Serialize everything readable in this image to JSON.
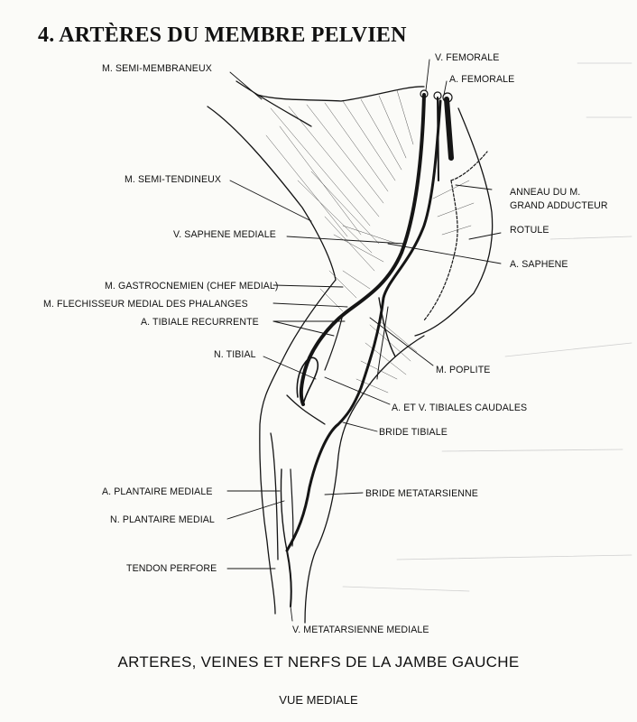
{
  "heading": "4. ARTÈRES DU MEMBRE PELVIEN",
  "labels": {
    "v_femorale": "V. FEMORALE",
    "a_femorale": "A. FEMORALE",
    "semi_membraneux": "M. SEMI-MEMBRANEUX",
    "semi_tendineux": "M. SEMI-TENDINEUX",
    "anneau_1": "ANNEAU DU M.",
    "anneau_2": "GRAND ADDUCTEUR",
    "rotule": "ROTULE",
    "v_saphene": "V. SAPHENE MEDIALE",
    "a_saphene": "A. SAPHENE",
    "gastrocnemien": "M. GASTROCNEMIEN (CHEF MEDIAL)",
    "flechisseur": "M. FLECHISSEUR MEDIAL DES PHALANGES",
    "tibiale_rec": "A. TIBIALE RECURRENTE",
    "n_tibial": "N. TIBIAL",
    "m_poplite": "M. POPLITE",
    "tibiales_caud": "A. ET V. TIBIALES CAUDALES",
    "bride_tibiale": "BRIDE TIBIALE",
    "a_plantaire": "A. PLANTAIRE MEDIALE",
    "bride_meta": "BRIDE METATARSIENNE",
    "n_plantaire": "N. PLANTAIRE MEDIAL",
    "tendon": "TENDON PERFORE",
    "v_meta": "V. METATARSIENNE MEDIALE"
  },
  "caption": "ARTERES, VEINES ET NERFS DE LA JAMBE GAUCHE",
  "subcaption": "VUE MEDIALE"
}
